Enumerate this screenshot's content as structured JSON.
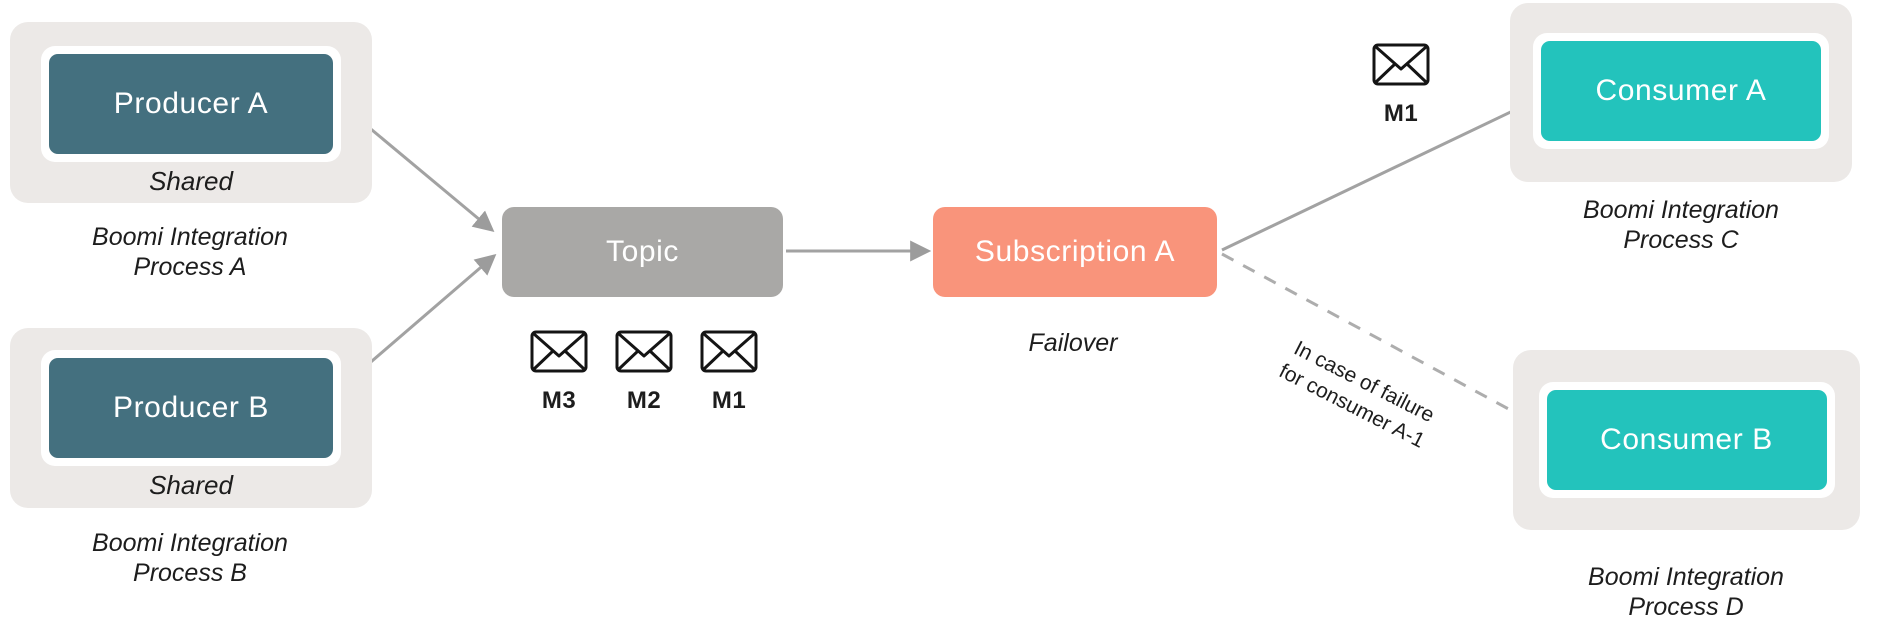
{
  "diagram": {
    "producer_a": {
      "label": "Producer A",
      "tag": "Shared",
      "caption_line1": "Boomi Integration",
      "caption_line2": "Process A"
    },
    "producer_b": {
      "label": "Producer B",
      "tag": "Shared",
      "caption_line1": "Boomi Integration",
      "caption_line2": "Process B"
    },
    "topic": {
      "label": "Topic"
    },
    "topic_messages": [
      {
        "label": "M3"
      },
      {
        "label": "M2"
      },
      {
        "label": "M1"
      }
    ],
    "subscription_a": {
      "label": "Subscription A",
      "caption": "Failover"
    },
    "consumer_a_message": {
      "label": "M1"
    },
    "consumer_a": {
      "label": "Consumer A",
      "caption_line1": "Boomi Integration",
      "caption_line2": "Process C"
    },
    "consumer_b": {
      "label": "Consumer B",
      "caption_line1": "Boomi Integration",
      "caption_line2": "Process D"
    },
    "failover_note": {
      "line1": "In case of failure",
      "line2": "for consumer A-1"
    },
    "icons": {
      "message": "envelope-icon"
    },
    "colors": {
      "producer": "#44707F",
      "consumer": "#23C3BC",
      "subscription": "#F9947B",
      "topic": "#A9A8A6",
      "container": "#ECE9E7",
      "arrow": "#A2A2A2",
      "dashed_arrow": "#ADADAD",
      "text": "#1D1D1D"
    }
  }
}
